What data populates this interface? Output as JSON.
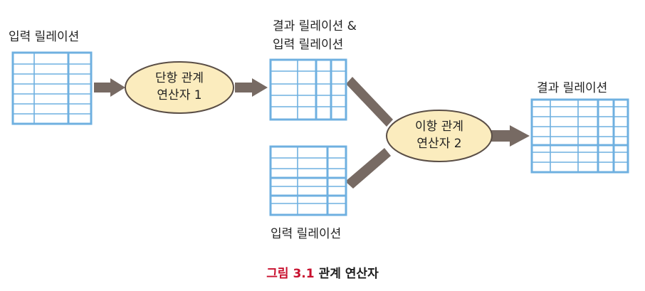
{
  "diagram": {
    "input_relation_left": "입력 릴레이션",
    "result_and_input_line1": "결과 릴레이션 &",
    "result_and_input_line2": "입력 릴레이션",
    "input_relation_bottom": "입력 릴레이션",
    "result_relation": "결과 릴레이션",
    "unary_op_line1": "단항 관계",
    "unary_op_line2": "연산자 1",
    "binary_op_line1": "이항 관계",
    "binary_op_line2": "연산자 2"
  },
  "caption": {
    "number": "그림 3.1",
    "title": "관계 연산자"
  },
  "colors": {
    "table_stroke": "#6fb0e0",
    "ellipse_fill": "#fbecbe",
    "ellipse_stroke": "#5a4e46",
    "arrow": "#776a63",
    "caption_number": "#c8102e"
  }
}
